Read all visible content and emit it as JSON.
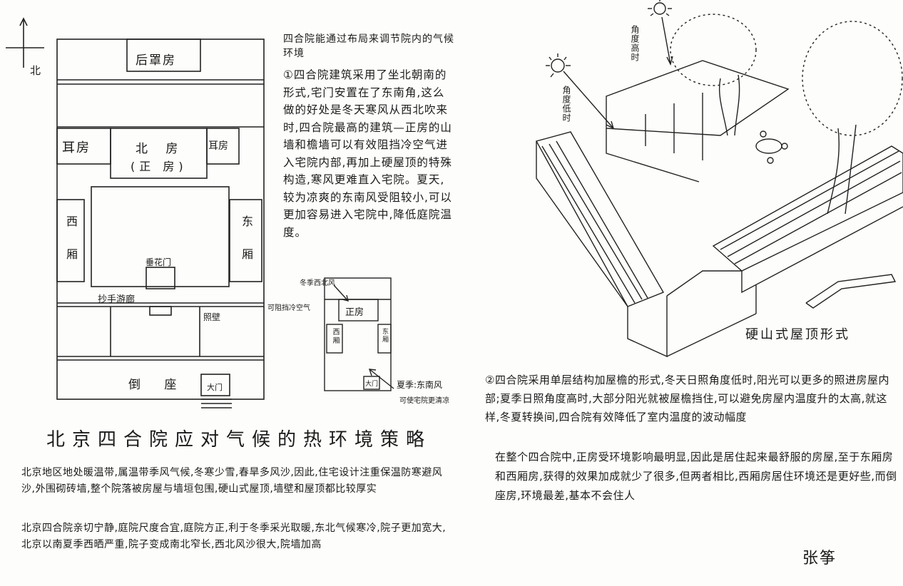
{
  "plan": {
    "north_label": "北",
    "rear_house": "后罩房",
    "ear_left": "耳房",
    "ear_right": "耳房",
    "main_house_line1": "北 房",
    "main_house_line2": "(正 房)",
    "west_wing": "西厢",
    "east_wing": "东厢",
    "flower_gate": "垂花门",
    "corridor": "抄手游廊",
    "screen_wall": "照壁",
    "inverted_house": "倒 座",
    "main_gate": "大门"
  },
  "mini_plan": {
    "winter_label": "冬季西北风",
    "blocked_label": "可阻挡冷空气",
    "main_house": "正房",
    "west": "西厢",
    "east": "东厢",
    "gate": "大门",
    "summer_label": "夏季:东南风",
    "summer_note": "可使宅院更清凉"
  },
  "para1": {
    "intro": "四合院能通过布局来调节院内的气候环境",
    "body": "①四合院建筑采用了坐北朝南的形式,宅门安置在了东南角,这么做的好处是冬天寒风从西北吹来时,四合院最高的建筑—正房的山墙和檐墙可以有效阻挡冷空气进入宅院内部,再加上硬屋顶的特殊构造,寒风更难直入宅院。夏天,较为凉爽的东南风受阻较小,可以更加容易进入宅院中,降低庭院温度。"
  },
  "title": "北京四合院应对气候的热环境策略",
  "bottom_left": {
    "p1": "北京地区地处暖温带,属温带季风气候,冬寒少雪,春旱多风沙,因此,住宅设计注重保温防寒避风沙,外围砌砖墙,整个院落被房屋与墙垣包围,硬山式屋顶,墙壁和屋顶都比较厚实",
    "p2": "北京四合院亲切宁静,庭院尺度合宜,庭院方正,利于冬季采光取暖,东北气候寒冷,院子更加宽大,北京以南夏季西晒严重,院子变成南北窄长,西北风沙很大,院墙加高"
  },
  "sketch": {
    "angle_high": "角度高时",
    "angle_low": "角度低时",
    "caption": "硬山式屋顶形式"
  },
  "bottom_right": {
    "p2": "②四合院采用单层结构加屋檐的形式,冬天日照角度低时,阳光可以更多的照进房屋内部;夏季日照角度高时,大部分阳光就被屋檐挡住,可以避免房屋内温度升的太高,就这样,冬夏转换间,四合院有效降低了室内温度的波动幅度",
    "p3": "在整个四合院中,正房受环境影响最明显,因此是居住起来最舒服的房屋,至于东厢房和西厢房,获得的效果加成就少了很多,但两者相比,西厢房居住环境还是更好些,而倒座房,环境最差,基本不会住人"
  },
  "author": "张筝"
}
